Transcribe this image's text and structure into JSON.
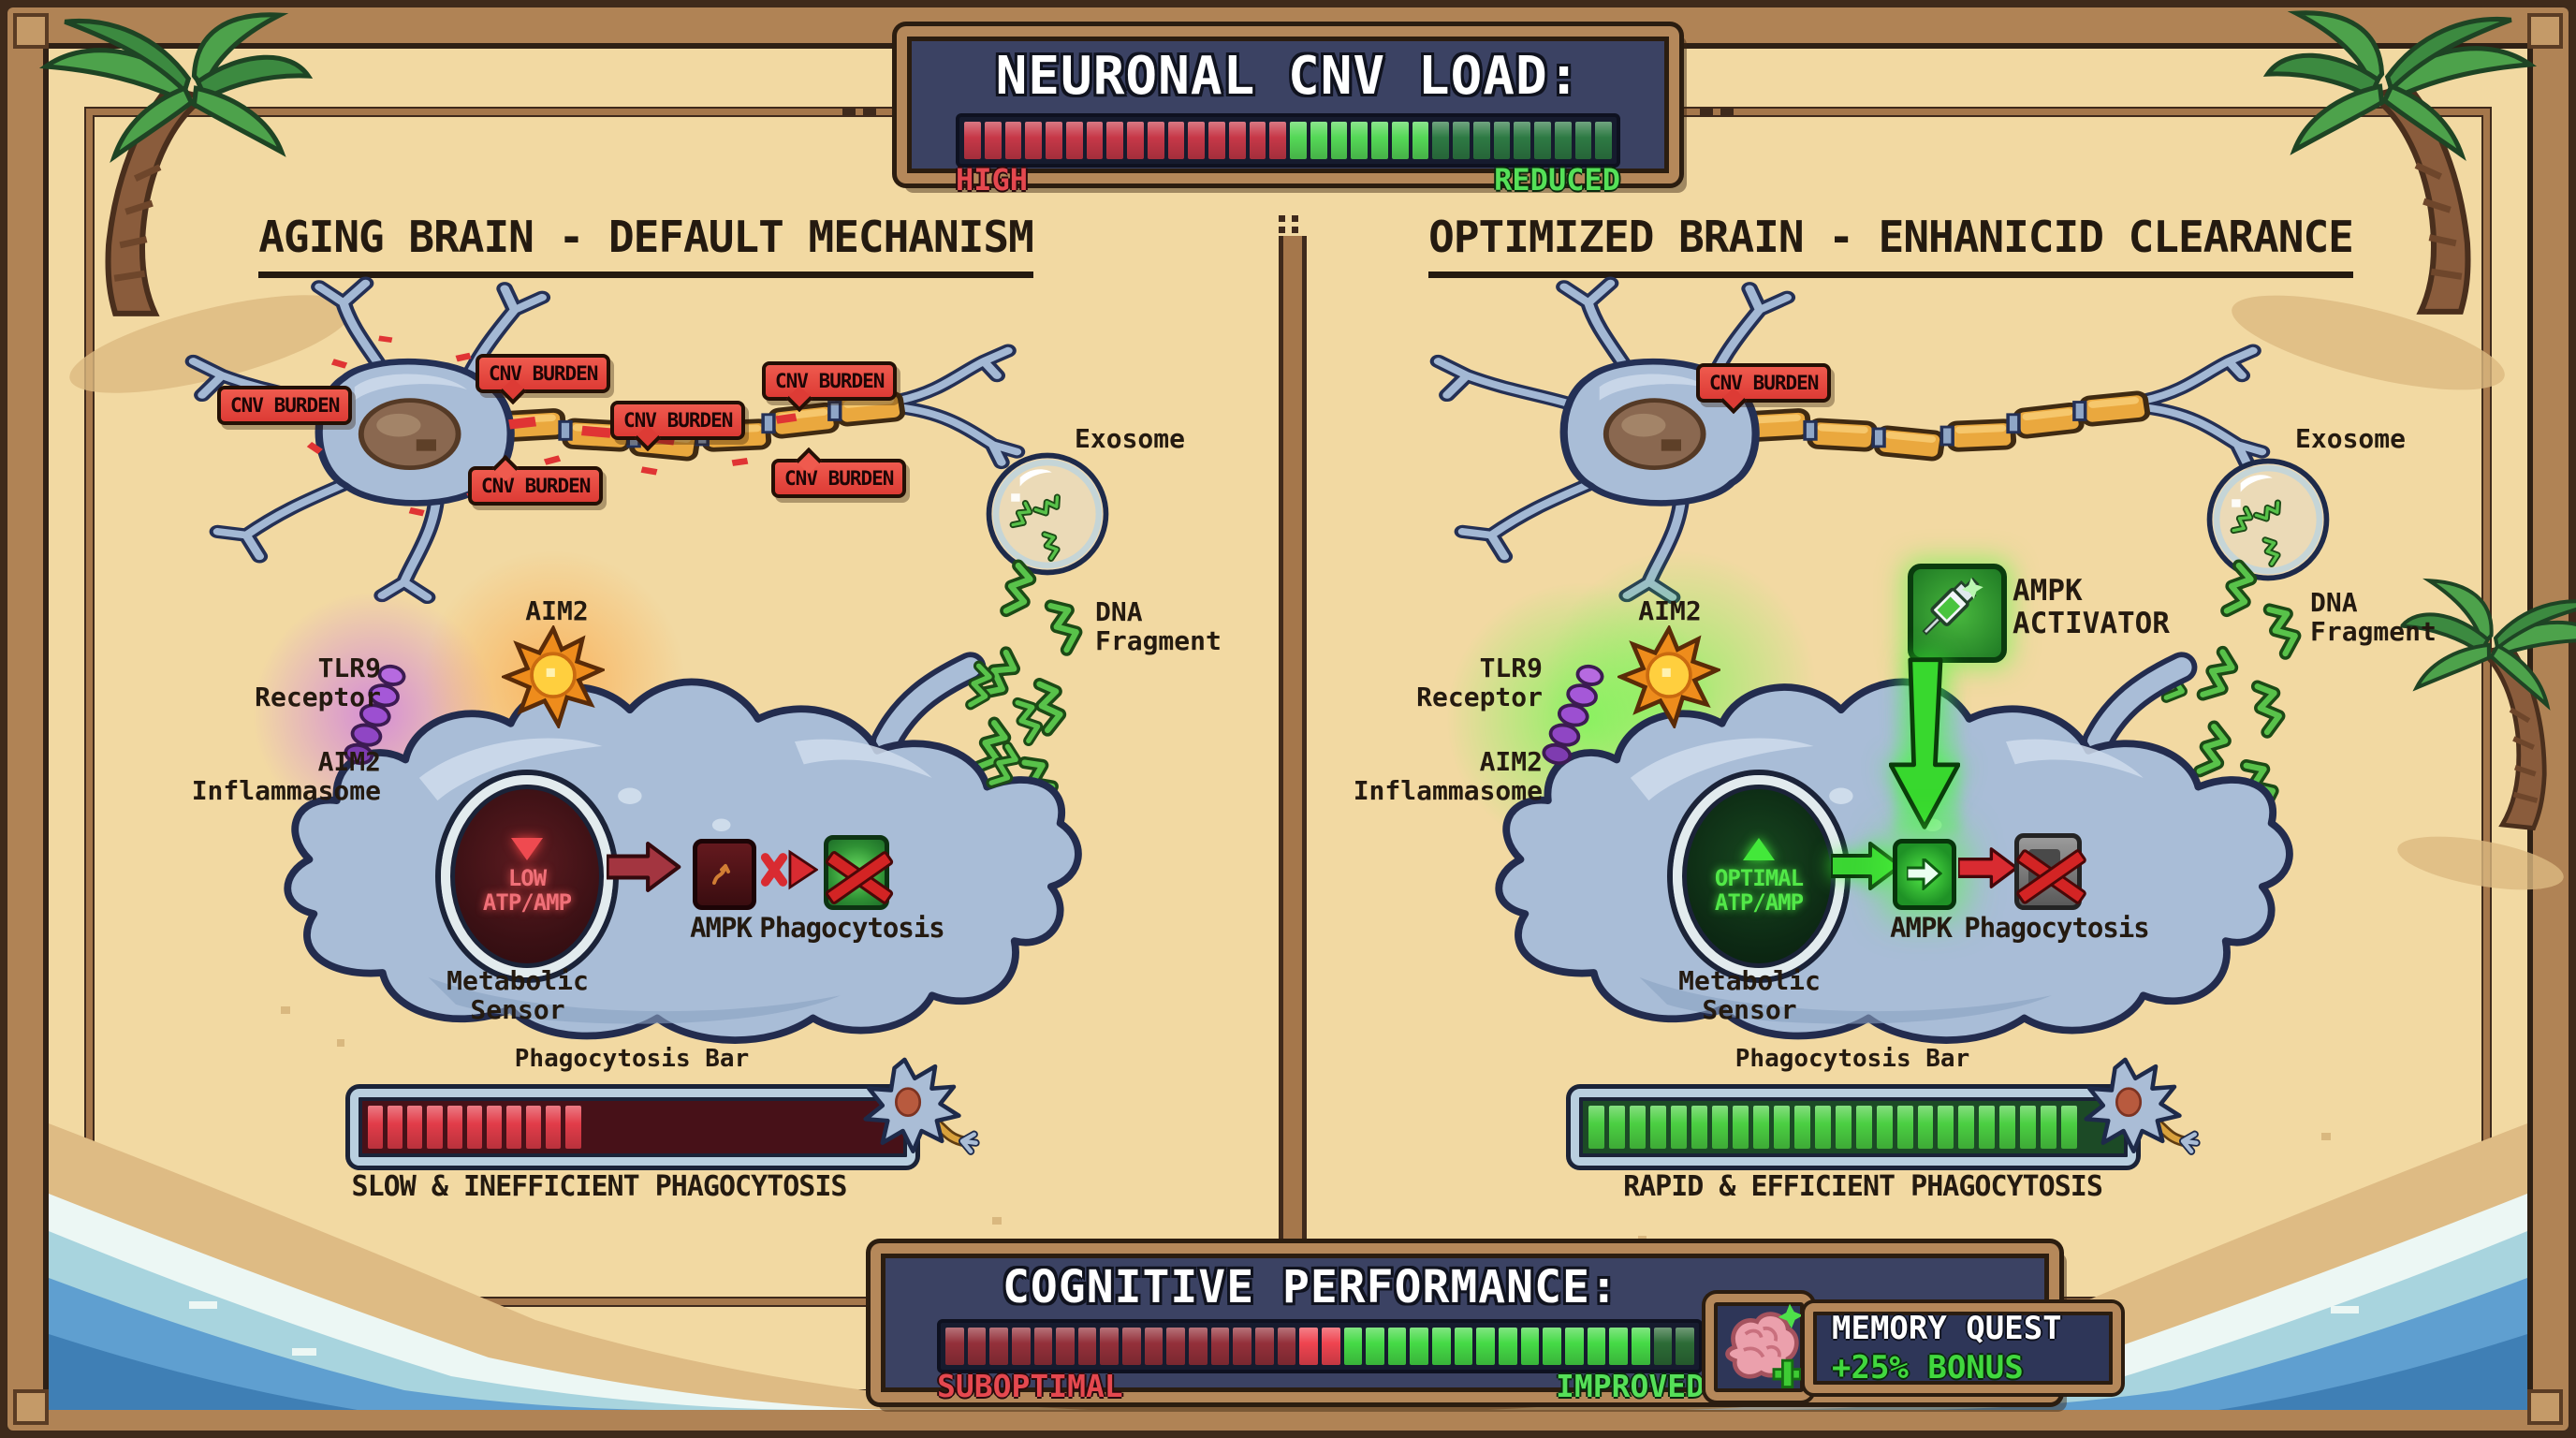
{
  "top_banner": {
    "title": "NEURONAL CNV LOAD:",
    "left_label": "HIGH",
    "right_label": "REDUCED"
  },
  "panels": {
    "left": {
      "title": "AGING BRAIN - DEFAULT MECHANISM",
      "caption": "SLOW & INEFFICIENT PHAGOCYTOSIS",
      "sensor_reading": "LOW\nATP/AMP"
    },
    "right": {
      "title": "OPTIMIZED BRAIN - ENHANICID CLEARANCE",
      "caption": "RAPID & EFFICIENT PHAGOCYTOSIS",
      "sensor_reading": "OPTIMAL\nATP/AMP",
      "activator_label": "AMPK\nACTIVATOR"
    }
  },
  "labels": {
    "cnv": "CNV BURDEN",
    "exosome": "Exosome",
    "dna_fragment": "DNA\nFragment",
    "aim2": "AIM2",
    "tlr9": "TLR9\nReceptor",
    "inflammasome": "AIM2\nInflammasome",
    "metabolic_sensor": "Metabolic\nSensor",
    "ampk": "AMPK",
    "phagocytosis": "Phagocytosis",
    "bar_label": "Phagocytosis Bar"
  },
  "bottom_banner": {
    "title": "COGNITIVE PERFORMANCE:",
    "left_label": "SUBOPTIMAL",
    "right_label": "IMPROVED",
    "quest_title": "MEMORY QUEST",
    "quest_bonus": "+25% BONUS"
  },
  "bars": {
    "cnv_load": {
      "slots": 32,
      "segments": [
        [
          16,
          "#c73848"
        ],
        [
          7,
          "#55d857"
        ],
        [
          9,
          "#2e7a44"
        ]
      ]
    },
    "phago_left": {
      "slots": 27,
      "segments": [
        [
          11,
          "#e23c49"
        ]
      ]
    },
    "phago_right": {
      "slots": 26,
      "segments": [
        [
          24,
          "#4bcf42"
        ]
      ]
    },
    "cognitive": {
      "slots": 34,
      "segments": [
        [
          16,
          "#94303a"
        ],
        [
          2,
          "#ef4450"
        ],
        [
          14,
          "#45da46"
        ],
        [
          2,
          "#2c6b36"
        ]
      ]
    }
  },
  "colors": {
    "sand": "#f2d9a2",
    "wood": "#b5885a",
    "panel_navy": "#3b4263",
    "high_red": "#e5484f",
    "good_green": "#55e058",
    "track_red": "#471118",
    "track_green": "#1c4a26"
  }
}
